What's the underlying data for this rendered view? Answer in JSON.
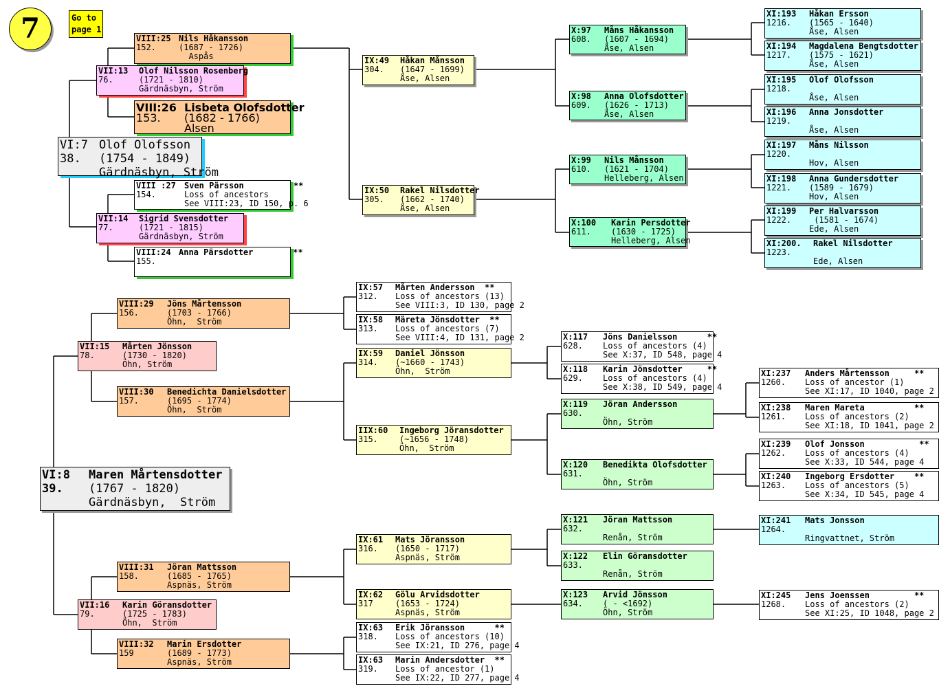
{
  "page_number": "7",
  "goto_link": {
    "line1": "Go to",
    "line2": "page 1"
  },
  "boxes": [
    {
      "c": "orange",
      "s": "sh-green",
      "l": [
        [
          "b",
          "VIII:25",
          "Nils Håkansson"
        ],
        [
          "",
          "152.",
          "(1687 - 1726)"
        ],
        [
          "",
          "",
          "  Aspås"
        ]
      ]
    },
    {
      "c": "pink",
      "s": "sh-red",
      "l": [
        [
          "b",
          "VII:13",
          "Olof Nilsson Rosenberg"
        ],
        [
          "",
          "76.",
          "(1721 - 1810)"
        ],
        [
          "",
          "",
          "Gärdnäsbyn, Ström"
        ]
      ]
    },
    {
      "c": "orange",
      "s": "sh-green",
      "big": true,
      "l": [
        [
          "b",
          "VIII:26",
          "Lisbeta Olofsdotter"
        ],
        [
          "",
          "153.",
          "(1682 - 1766)"
        ],
        [
          "",
          "",
          "Alsen"
        ]
      ]
    },
    {
      "c": "grey",
      "s": "sh-cyan",
      "huge": true,
      "l": [
        [
          "",
          "VI:7",
          "Olof Olofsson"
        ],
        [
          "",
          "38.",
          "(1754 - 1849)"
        ],
        [
          "",
          "",
          "Gärdnäsbyn, Ström"
        ]
      ]
    },
    {
      "c": "white",
      "s": "sh-green",
      "l": [
        [
          "b",
          "VIII :27",
          "Sven Pärsson          **"
        ],
        [
          "",
          "154.",
          "Loss of ancestors"
        ],
        [
          "",
          "",
          "See VIII:23, ID 150, p. 6"
        ]
      ]
    },
    {
      "c": "pink",
      "s": "sh-red",
      "l": [
        [
          "b",
          "VII:14",
          "Sigrid Svensdotter"
        ],
        [
          "",
          "77.",
          "(1721 - 1815)"
        ],
        [
          "",
          "",
          "Gärdnäsbyn, Ström"
        ]
      ]
    },
    {
      "c": "white",
      "s": "sh-green",
      "l": [
        [
          "b",
          "VIII:24",
          "Anna Pärsdotter        **"
        ],
        [
          "",
          "155.",
          ""
        ]
      ]
    },
    {
      "c": "yellow",
      "s": "sh-grey",
      "l": [
        [
          "b",
          "IX:49",
          "Håkan Månsson"
        ],
        [
          "",
          "304.",
          "(1647 - 1699)"
        ],
        [
          "",
          "",
          "Åse, Alsen"
        ]
      ]
    },
    {
      "c": "yellow",
      "s": "sh-grey",
      "l": [
        [
          "b",
          "IX:50",
          "Rakel Nilsdotter"
        ],
        [
          "",
          "305.",
          "(1662 - 1740)"
        ],
        [
          "",
          "",
          "Åse, Alsen"
        ]
      ]
    },
    {
      "c": "green",
      "s": "sh-grey",
      "l": [
        [
          "b",
          "X:97",
          "Måns Håkansson"
        ],
        [
          "",
          "608.",
          "(1607 - 1694)"
        ],
        [
          "",
          "",
          "Åse, Alsen"
        ]
      ]
    },
    {
      "c": "green",
      "s": "sh-grey",
      "l": [
        [
          "b",
          "X:98",
          "Anna Olofsdotter"
        ],
        [
          "",
          "609.",
          "(1626 - 1713)"
        ],
        [
          "",
          "",
          "Åse, Alsen"
        ]
      ]
    },
    {
      "c": "green",
      "s": "sh-grey",
      "l": [
        [
          "b",
          "X:99",
          "Nils Månsson"
        ],
        [
          "",
          "610.",
          "(1621 - 1704)"
        ],
        [
          "",
          "",
          "Helleberg, Alsen"
        ]
      ]
    },
    {
      "c": "green",
      "s": "sh-grey",
      "l": [
        [
          "b",
          "X:100",
          "Karin Persdotter"
        ],
        [
          "",
          "611.",
          "(1630 - 1725)"
        ],
        [
          "",
          "",
          "Helleberg, Alsen"
        ]
      ]
    },
    {
      "c": "cyan",
      "s": "sh-grey",
      "l": [
        [
          "b",
          "XI:193",
          "Håkan Ersson"
        ],
        [
          "",
          "1216.",
          "(1565 - 1640)"
        ],
        [
          "",
          "",
          "Åse, Alsen"
        ]
      ]
    },
    {
      "c": "cyan",
      "s": "sh-grey",
      "l": [
        [
          "b",
          "XI:194",
          "Magdalena Bengtsdotter"
        ],
        [
          "",
          "1217.",
          "(1575 - 1621)"
        ],
        [
          "",
          "",
          "Åse, Alsen"
        ]
      ]
    },
    {
      "c": "cyan",
      "s": "sh-grey",
      "l": [
        [
          "b",
          "XI:195",
          "Olof Olofsson"
        ],
        [
          "",
          "1218.",
          ""
        ],
        [
          "",
          "",
          "Åse, Alsen"
        ]
      ]
    },
    {
      "c": "cyan",
      "s": "sh-grey",
      "l": [
        [
          "b",
          "XI:196",
          "Anna Jonsdotter"
        ],
        [
          "",
          "1219.",
          ""
        ],
        [
          "",
          "",
          "Åse, Alsen"
        ]
      ]
    },
    {
      "c": "cyan",
      "s": "sh-grey",
      "l": [
        [
          "b",
          "XI:197",
          "Måns Nilsson"
        ],
        [
          "",
          "1220.",
          ""
        ],
        [
          "",
          "",
          "Hov, Alsen"
        ]
      ]
    },
    {
      "c": "cyan",
      "s": "sh-grey",
      "l": [
        [
          "b",
          "XI:198",
          "Anna Gundersdotter"
        ],
        [
          "",
          "1221.",
          "(1589 - 1679)"
        ],
        [
          "",
          "",
          "Hov, Alsen"
        ]
      ]
    },
    {
      "c": "cyan",
      "s": "sh-grey",
      "l": [
        [
          "b",
          "XI:199",
          "Per Halvarsson"
        ],
        [
          "",
          "1222.",
          " (1581 - 1674)"
        ],
        [
          "",
          "",
          "Ede, Alsen"
        ]
      ]
    },
    {
      "c": "cyan",
      "s": "sh-grey",
      "l": [
        [
          "b",
          "XI:200.",
          "Rakel Nilsdotter"
        ],
        [
          "",
          "1223.",
          ""
        ],
        [
          "",
          "",
          "Ede, Alsen"
        ]
      ]
    },
    {
      "c": "orange",
      "s": "",
      "l": [
        [
          "b",
          "VIII:29",
          "Jöns Mårtensson"
        ],
        [
          "",
          "156.",
          "(1703 - 1766)"
        ],
        [
          "",
          "",
          "Öhn,  Ström"
        ]
      ]
    },
    {
      "c": "rose",
      "s": "",
      "l": [
        [
          "b",
          "VII:15",
          "Mårten Jönsson"
        ],
        [
          "",
          "78.",
          "(1730 - 1820)"
        ],
        [
          "",
          "",
          "Öhn, Ström"
        ]
      ]
    },
    {
      "c": "orange",
      "s": "",
      "l": [
        [
          "b",
          "VIII:30",
          "Benedichta Danielsdotter"
        ],
        [
          "",
          "157.",
          "(1695 - 1774)"
        ],
        [
          "",
          "",
          "Öhn,  Ström"
        ]
      ]
    },
    {
      "c": "grey",
      "s": "sh-grey",
      "huge": true,
      "l": [
        [
          "b",
          "VI:8",
          "Maren Mårtensdotter"
        ],
        [
          "b",
          "39.",
          "(1767 - 1820)"
        ],
        [
          "",
          "",
          "Gärdnäsbyn,  Ström"
        ]
      ]
    },
    {
      "c": "white",
      "s": "",
      "l": [
        [
          "b",
          "IX:57",
          "Mårten Andersson  **"
        ],
        [
          "",
          "312.",
          "Loss of ancestors (13)"
        ],
        [
          "",
          "",
          "See VIII:3, ID 130, page 2"
        ]
      ]
    },
    {
      "c": "white",
      "s": "",
      "l": [
        [
          "b",
          "IX:58",
          "Märeta Jönsdotter  **"
        ],
        [
          "",
          "313.",
          "Loss of ancestors (7)"
        ],
        [
          "",
          "",
          "See VIII:4, ID 131, page 2"
        ]
      ]
    },
    {
      "c": "yellow",
      "s": "",
      "l": [
        [
          "b",
          "IX:59",
          "Daniel Jönsson"
        ],
        [
          "",
          "314.",
          "(~1660 - 1743)"
        ],
        [
          "",
          "",
          "Öhn,  Ström"
        ]
      ]
    },
    {
      "c": "yellow",
      "s": "",
      "l": [
        [
          "b",
          "IIX:60",
          "Ingeborg Jöransdotter"
        ],
        [
          "",
          "315.",
          "(~1656 - 1748)"
        ],
        [
          "",
          "",
          "Öhn,  Ström"
        ]
      ]
    },
    {
      "c": "white",
      "s": "",
      "l": [
        [
          "b",
          "X:117",
          "Jöns Danielsson      **"
        ],
        [
          "",
          "628.",
          "Loss of ancestors (4)"
        ],
        [
          "",
          "",
          "See X:37, ID 548, page 4"
        ]
      ]
    },
    {
      "c": "white",
      "s": "",
      "l": [
        [
          "b",
          "X:118",
          "Karin Jönsdotter     **"
        ],
        [
          "",
          "629.",
          "Loss of ancestors (4)"
        ],
        [
          "",
          "",
          "See X:38, ID 549, page 4"
        ]
      ]
    },
    {
      "c": "lgreen",
      "s": "",
      "l": [
        [
          "b",
          "X:119",
          "Jöran Andersson"
        ],
        [
          "",
          "630.",
          ""
        ],
        [
          "",
          "",
          "Öhn, Ström"
        ]
      ]
    },
    {
      "c": "lgreen",
      "s": "",
      "l": [
        [
          "b",
          "X:120",
          "Benedikta Olofsdotter"
        ],
        [
          "",
          "631.",
          ""
        ],
        [
          "",
          "",
          "Öhn, Ström"
        ]
      ]
    },
    {
      "c": "white",
      "s": "",
      "l": [
        [
          "b",
          "XI:237",
          "Anders Mårtensson     **"
        ],
        [
          "",
          "1260.",
          "Loss of ancestor (1)"
        ],
        [
          "",
          "",
          "See XI:17, ID 1040, page 2"
        ]
      ]
    },
    {
      "c": "white",
      "s": "",
      "l": [
        [
          "b",
          "XI:238",
          "Maren Mareta          **"
        ],
        [
          "",
          "1261.",
          "Loss of ancestors (2)"
        ],
        [
          "",
          "",
          "See XI:18, ID 1041, page 2"
        ]
      ]
    },
    {
      "c": "white",
      "s": "",
      "l": [
        [
          "b",
          "XI:239",
          "Olof Jonsson           **"
        ],
        [
          "",
          "1262.",
          "Loss of ancestors (4)"
        ],
        [
          "",
          "",
          "See X:33, ID 544, page 4"
        ]
      ]
    },
    {
      "c": "white",
      "s": "",
      "l": [
        [
          "b",
          "XI:240",
          "Ingeborg Ersdotter    **"
        ],
        [
          "",
          "1263.",
          "Loss of ancestors (5)"
        ],
        [
          "",
          "",
          "See X:34, ID 545, page 4"
        ]
      ]
    },
    {
      "c": "orange",
      "s": "",
      "l": [
        [
          "b",
          "VIII:31",
          "Jöran Mattsson"
        ],
        [
          "",
          "158.",
          "(1685 - 1765)"
        ],
        [
          "",
          "",
          "Aspnäs, Ström"
        ]
      ]
    },
    {
      "c": "rose",
      "s": "",
      "l": [
        [
          "b",
          "VII:16",
          "Karin Göransdotter"
        ],
        [
          "",
          "79.",
          "(1725 - 1783)"
        ],
        [
          "",
          "",
          "Öhn,  Ström"
        ]
      ]
    },
    {
      "c": "orange",
      "s": "",
      "l": [
        [
          "b",
          "VIII:32",
          "Marin Ersdotter"
        ],
        [
          "",
          "159",
          "(1689 - 1773)"
        ],
        [
          "",
          "",
          "Aspnäs, Ström"
        ]
      ]
    },
    {
      "c": "yellow",
      "s": "",
      "l": [
        [
          "b",
          "IX:61",
          "Mats Jöransson"
        ],
        [
          "",
          "316.",
          "(1650 - 1717)"
        ],
        [
          "",
          "",
          "Aspnäs, Ström"
        ]
      ]
    },
    {
      "c": "yellow",
      "s": "",
      "l": [
        [
          "b",
          "IX:62",
          "Gölu Arvidsdotter"
        ],
        [
          "",
          "317",
          "(1653 - 1724)"
        ],
        [
          "",
          "",
          "Aspnäs, Ström"
        ]
      ]
    },
    {
      "c": "white",
      "s": "",
      "l": [
        [
          "b",
          "IX:63",
          "Erik Jöransson      **"
        ],
        [
          "",
          "318.",
          "Loss of ancestors (10)"
        ],
        [
          "",
          "",
          "See IX:21, ID 276, page 4"
        ]
      ]
    },
    {
      "c": "white",
      "s": "",
      "l": [
        [
          "b",
          "IX:63",
          "Marin Andersdotter  **"
        ],
        [
          "",
          "319.",
          "Loss of ancestor (1)"
        ],
        [
          "",
          "",
          "See IX:22, ID 277, page 4"
        ]
      ]
    },
    {
      "c": "lgreen",
      "s": "",
      "l": [
        [
          "b",
          "X:121",
          "Jöran Mattsson"
        ],
        [
          "",
          "632.",
          ""
        ],
        [
          "",
          "",
          "Renån, Ström"
        ]
      ]
    },
    {
      "c": "lgreen",
      "s": "",
      "l": [
        [
          "b",
          "X:122",
          "Elin Göransdotter"
        ],
        [
          "",
          "633.",
          ""
        ],
        [
          "",
          "",
          "Renån, Ström"
        ]
      ]
    },
    {
      "c": "lgreen",
      "s": "",
      "l": [
        [
          "b",
          "X:123",
          "Arvid Jönsson"
        ],
        [
          "",
          "634.",
          "( - <1692)"
        ],
        [
          "",
          "",
          "Öhn, Ström"
        ]
      ]
    },
    {
      "c": "cyan",
      "s": "",
      "l": [
        [
          "b",
          "XI:241",
          "Mats Jonsson"
        ],
        [
          "",
          "1264.",
          ""
        ],
        [
          "",
          "",
          "Ringvattnet, Ström"
        ]
      ]
    },
    {
      "c": "white",
      "s": "",
      "l": [
        [
          "b",
          "XI:245",
          "Jens Joenssen         **"
        ],
        [
          "",
          "1268.",
          "Loss of ancestors (2)"
        ],
        [
          "",
          "",
          "See XI:25, ID 1048, page 2"
        ]
      ]
    }
  ]
}
